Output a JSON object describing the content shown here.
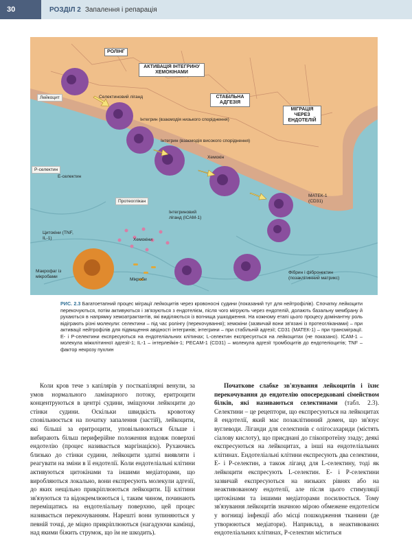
{
  "header": {
    "page_number": "30",
    "chapter": "РОЗДІЛ 2",
    "chapter_title": "Запалення і репарація"
  },
  "figure": {
    "stage_rolling": "РОЛІНГ",
    "stage_activation": "АКТИВАЦІЯ ІНТЕГРИНУ ХЕМОКІНАМИ",
    "stage_adhesion": "СТАБІЛЬНА АДГЕЗІЯ",
    "stage_migration": "МІГРАЦІЯ ЧЕРЕЗ ЕНДОТЕЛІЙ",
    "labels": {
      "leukocyte": "Лейкоцит",
      "selectin_ligand": "Селектиновий ліганд",
      "integrin_low": "Інтегрин (взаємодія низького споріднення)",
      "integrin_high": "Інтегрин (взаємодія високого споріднення)",
      "chemokine": "Хемокін",
      "p_selectin": "P-селектин",
      "e_selectin": "E-селектин",
      "proteoglycan": "Протеоглікан",
      "integrin_ligand": "Інтегриновий ліганд (ICAM-1)",
      "matek": "МАТЕК-1 (CD31)",
      "cytokines": "Цитокіни (TNF, IL-1)",
      "chemokines": "Хемокіни",
      "macrophage": "Макрофаг із мікробами",
      "microbes": "Мікроби",
      "fibrin": "Фібрин і фібронектин (позаклітинний матрикс)"
    },
    "colors": {
      "tissue": "#8fc6cf",
      "vessel_lumen": "#f0bf8a",
      "endothelium": "#d9a98a",
      "leukocyte": "#8a4f9e",
      "macrophage": "#e08a2e"
    }
  },
  "caption": {
    "fig_id": "РИС. 2.3",
    "text": "Багатоетапний процес міграції лейкоцитів через кровоносні судини (показаний тут для нейтрофілів). Спочатку лейкоцити перекочуються, потім активуються і зв'язуються з ендотелієм, після чого мігрують через ендотелій, долають базальну мембрану й рухаються в напрямку хемоатрактантів, які виділяються із вогнища ушкодження. На кожному етапі цього процесу домінантну роль відіграють різні молекули: селектини – під час ролінгу (перекочування); хемокіни (зазвичай вони зв'язані із протеогліканами) – при активації нейтрофілів для підвищення авідності інтегринів; інтегрини – при стабільній адгезії; CD31 (МАТЕК-1) – при трансміграції. E- і P-селектини експресуються на ендотеліальних клітинах; L-селектин експресується на лейкоцитах (не показано). ICAM-1 – молекула міжклітинної адгезії-1; IL-1 – інтерлейкін-1; PECAM-1 (CD31) – молекула адгезії тромбоцитів до ендотеліоцитів; TNF – фактор некрозу пухлин"
  },
  "body": {
    "left": "Коли кров тече з капілярів у посткапілярні венули, за умов нормального ламінарного потоку, еритроцити концентруються в центрі судини, зміщуючи лейкоцити до стінки судини. Оскільки швидкість кровотоку сповільнюється на початку запалення (застій), лейкоцити, які більші за еритроцити, уповільнюються більше і вибирають більш периферійне положення вздовж поверхні ендотелію (процес називається маргінацією). Рухаючись близько до стінки судини, лейкоцити здатні виявляти і реагувати на зміни в її ендотелії. Коли ендотеліальні клітини активуються цитокінами та іншими медіаторами, що виробляються локально, вони експресують молекули адгезії, до яких нещільно прикріплюються лейкоцити. Ці клітини зв'язуються та відокремлюються і, таким чином, починають переміщатись на ендотеліальну поверхню, цей процес називається перекочуванням. Нарешті вони зупиняються у певній точці, де міцно прикріплюються (нагадуючи камінці, над якими біжить струмок, що їм не шкодить).",
    "right_heading": "Початкове слабке зв'язування лейкоцитів і їхнє перекочування до ендотелію опосередковані сімейством білків, які називаються селектинами",
    "right": "(табл. 2.3). Селектини – це рецептори, що експресуються на лейкоцитах й ендотелії, який має позаклітинний домен, що зв'язує вуглеводи. Ліганди для селектинів є олігосахариди (містять сіалову кислоту), що приєднані до глікопротеїну ззаду; деякі експресуються на лейкоцитах, а інші на ендотеліальних клітинах. Ендотеліальні клітини експресують два селектини, E- і P-селектин, а також ліганд для L-селектину, тоді як лейкоцити експресують L-селектин. E- і P-селектини зазвичай експресуються на низьких рівнях або на неактивованому ендотелії, але після цього стимуляції цитокінами та іншими медіаторами посилюється. Тому зв'язування лейкоцитів значною мірою обмежене ендотелієм у вогнищі інфекції або місці пошкодження тканини (де утворюються медіатори). Наприклад, в неактивованих ендотеліальних клітинах, P-селектин міститься"
  }
}
